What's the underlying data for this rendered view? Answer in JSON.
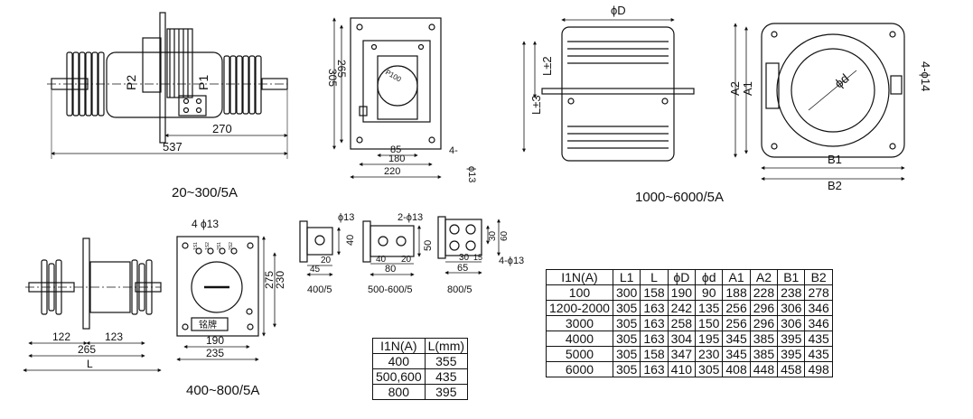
{
  "captions": {
    "small_range": "20~300/5A",
    "large_range": "1000~6000/5A",
    "mid_range": "400~800/5A"
  },
  "view1_labels": {
    "p2": "P2",
    "p1": "P1",
    "dim_270": "270",
    "dim_537": "537"
  },
  "view2_labels": {
    "dim_265": "265",
    "dim_305": "305",
    "dim_85": "85",
    "dim_180": "180",
    "dim_220": "220",
    "hole_count": "4-",
    "hole_dia": "ϕ13",
    "dial": "P100"
  },
  "view3_labels": {
    "phi_d_outer": "ϕD",
    "l_pm2": "L±2",
    "l_pm3": "L±3"
  },
  "view4_labels": {
    "a1": "A1",
    "a2": "A2",
    "b1": "B1",
    "b2": "B2",
    "phi_d_inner": "ϕd",
    "holes": "4-ϕ14"
  },
  "view5_labels": {
    "hole_spec": "4 ϕ13",
    "dim_230": "230",
    "dim_275": "275",
    "dim_190": "190",
    "dim_235": "235",
    "nameplate": "铭牌",
    "dim_122": "122",
    "dim_123": "123",
    "dim_265": "265",
    "dim_l": "L",
    "terminals": [
      "1S1",
      "1S2",
      "2S1",
      "2S2"
    ]
  },
  "busbar_details": [
    {
      "hole": "ϕ13",
      "height": "40",
      "offset": "20",
      "width": "45",
      "caption": "400/5"
    },
    {
      "hole": "2-ϕ13",
      "height": "50",
      "offset1": "40",
      "offset2": "20",
      "width": "80",
      "caption": "500-600/5"
    },
    {
      "hole": "4-ϕ13",
      "h1": "30",
      "h2": "60",
      "w1": "30",
      "w2": "15",
      "width": "65",
      "caption": "800/5"
    }
  ],
  "l_table": {
    "headers": [
      "I1N(A)",
      "L(mm)"
    ],
    "rows": [
      [
        "400",
        "355"
      ],
      [
        "500,600",
        "435"
      ],
      [
        "800",
        "395"
      ]
    ]
  },
  "spec_table": {
    "headers": [
      "I1N(A)",
      "L1",
      "L",
      "ϕD",
      "ϕd",
      "A1",
      "A2",
      "B1",
      "B2"
    ],
    "rows": [
      [
        "100",
        "300",
        "158",
        "190",
        "90",
        "188",
        "228",
        "238",
        "278"
      ],
      [
        "1200-2000",
        "305",
        "163",
        "242",
        "135",
        "256",
        "296",
        "306",
        "346"
      ],
      [
        "3000",
        "305",
        "163",
        "258",
        "150",
        "256",
        "296",
        "306",
        "346"
      ],
      [
        "4000",
        "305",
        "163",
        "304",
        "195",
        "345",
        "385",
        "395",
        "435"
      ],
      [
        "5000",
        "305",
        "158",
        "347",
        "230",
        "345",
        "385",
        "395",
        "435"
      ],
      [
        "6000",
        "305",
        "163",
        "410",
        "305",
        "408",
        "448",
        "458",
        "498"
      ]
    ]
  }
}
